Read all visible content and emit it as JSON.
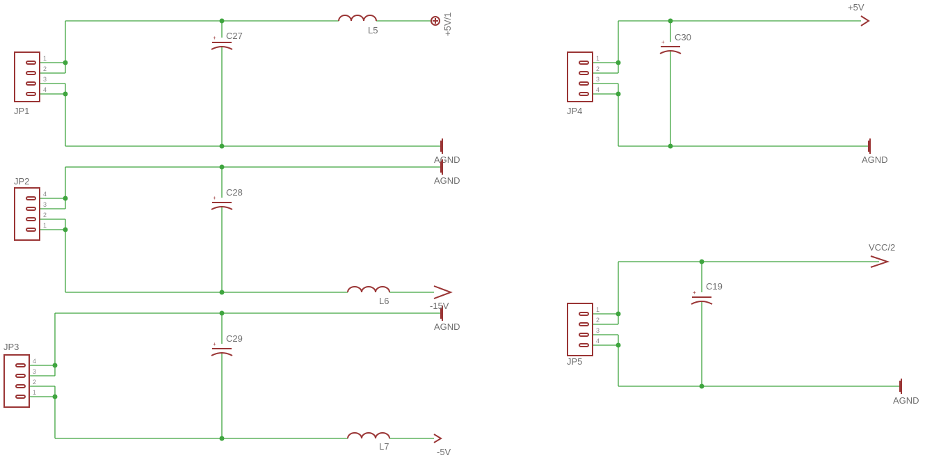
{
  "connectors": [
    {
      "ref": "JP1",
      "pins": [
        "1",
        "2",
        "3",
        "4"
      ]
    },
    {
      "ref": "JP2",
      "pins": [
        "4",
        "3",
        "2",
        "1"
      ]
    },
    {
      "ref": "JP3",
      "pins": [
        "4",
        "3",
        "2",
        "1"
      ]
    },
    {
      "ref": "JP4",
      "pins": [
        "1",
        "2",
        "3",
        "4"
      ]
    },
    {
      "ref": "JP5",
      "pins": [
        "1",
        "2",
        "3",
        "4"
      ]
    }
  ],
  "capacitors": [
    "C27",
    "C28",
    "C29",
    "C30",
    "C19"
  ],
  "inductors": [
    "L5",
    "L6",
    "L7"
  ],
  "nets": {
    "p5v1": "+5V/1",
    "gnd": "AGND",
    "m15": "-15V",
    "m5": "-5V",
    "p5": "+5V",
    "vcc2": "VCC/2"
  },
  "colors": {
    "wire": "#3fa53f",
    "part": "#9a3535",
    "text": "#6f6f6f"
  }
}
